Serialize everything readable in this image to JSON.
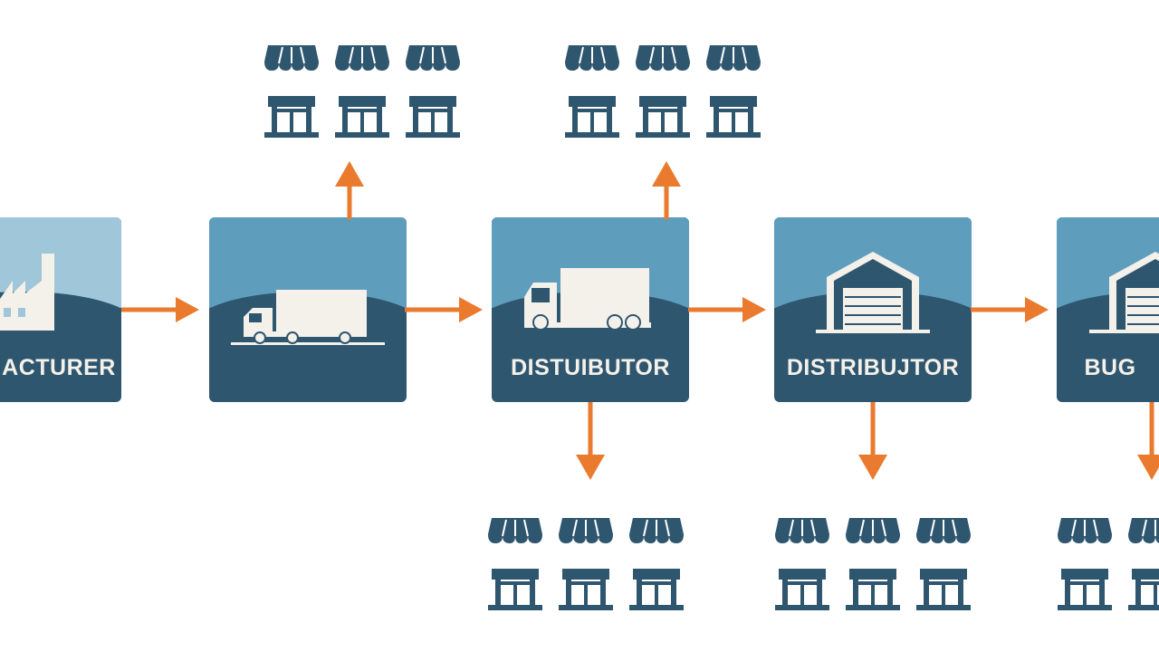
{
  "nodes": [
    {
      "id": "manufacturer",
      "label": "ACTURER",
      "icon": "factory-icon"
    },
    {
      "id": "transport",
      "label": "",
      "icon": "truck-icon"
    },
    {
      "id": "distributor-1",
      "label": "DISTUIBUTOR",
      "icon": "truck-icon"
    },
    {
      "id": "distributor-2",
      "label": "DISTRIBUJTOR",
      "icon": "warehouse-icon"
    },
    {
      "id": "buyer",
      "label": "BUG",
      "icon": "warehouse-icon"
    }
  ],
  "icons": {
    "store_awning": "store-awning-icon",
    "storefront": "storefront-icon",
    "arrow": "arrow-icon"
  },
  "colors": {
    "primary": "#2f566f",
    "sky": "#5f9dbd",
    "arrow": "#ea7a2e",
    "store": "#2f566f",
    "background": "#ffffff"
  }
}
